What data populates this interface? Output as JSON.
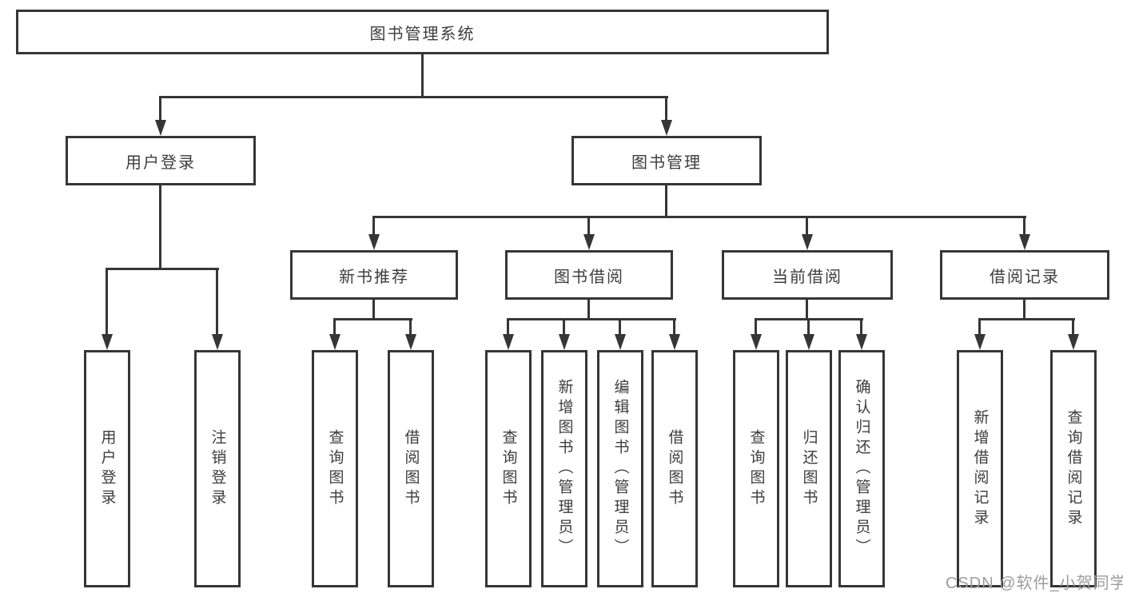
{
  "colors": {
    "line": "#363636",
    "text": "#3d3d3d",
    "background": "#ffffff",
    "watermark": "#9c9c9c"
  },
  "watermark": {
    "text": "CSDN @软件_小贺同学"
  },
  "tree": {
    "root": {
      "label": "图书管理系统"
    },
    "branches": [
      {
        "label": "用户登录",
        "children": [
          "用户登录",
          "注销登录"
        ]
      },
      {
        "label": "图书管理",
        "groups": [
          {
            "label": "新书推荐",
            "children": [
              "查询图书",
              "借阅图书"
            ]
          },
          {
            "label": "图书借阅",
            "children": [
              "查询图书",
              "新增图书（管理员）",
              "编辑图书（管理员）",
              "借阅图书"
            ]
          },
          {
            "label": "当前借阅",
            "children": [
              "查询图书",
              "归还图书",
              "确认归还（管理员）"
            ]
          },
          {
            "label": "借阅记录",
            "children": [
              "新增借阅记录",
              "查询借阅记录"
            ]
          }
        ]
      }
    ]
  }
}
